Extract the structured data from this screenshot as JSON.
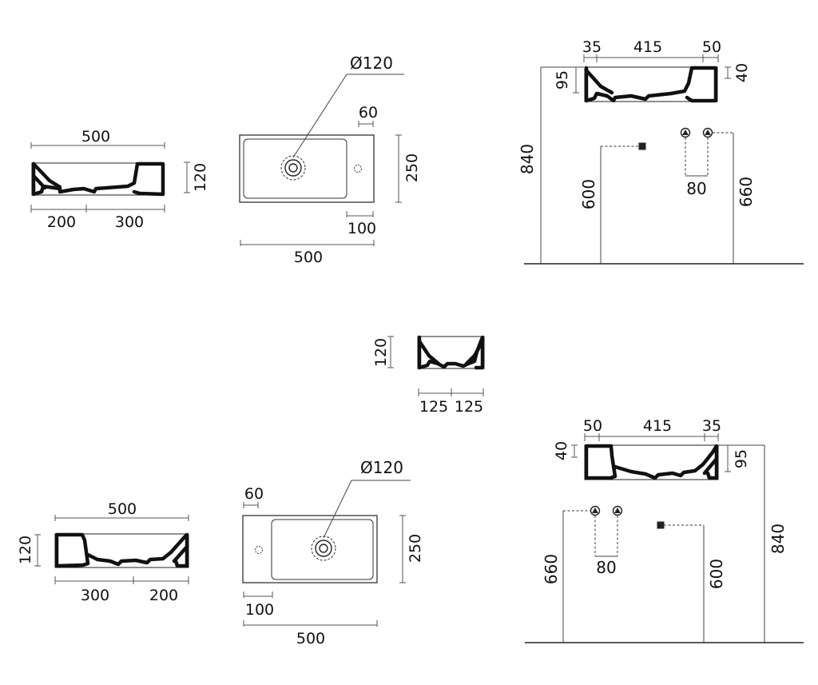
{
  "labels": {
    "top_front_width": "500",
    "top_front_left": "200",
    "top_front_right": "300",
    "top_front_height": "120",
    "top_plan_diameter": "Ø120",
    "top_plan_hole_offset": "60",
    "top_plan_depth": "250",
    "top_plan_edge": "100",
    "top_plan_width": "500",
    "top_wall_left": "35",
    "top_wall_mid": "415",
    "top_wall_right": "50",
    "top_wall_rim": "40",
    "top_wall_basin": "95",
    "top_wall_total": "840",
    "top_wall_drain": "600",
    "top_wall_supply_gap": "80",
    "top_wall_supply": "660",
    "side_height": "120",
    "side_left": "125",
    "side_right": "125",
    "bot_front_width": "500",
    "bot_front_left": "300",
    "bot_front_right": "200",
    "bot_front_height": "120",
    "bot_plan_diameter": "Ø120",
    "bot_plan_hole_offset": "60",
    "bot_plan_depth": "250",
    "bot_plan_edge": "100",
    "bot_plan_width": "500",
    "bot_wall_left": "50",
    "bot_wall_mid": "415",
    "bot_wall_right": "35",
    "bot_wall_rim": "40",
    "bot_wall_basin": "95",
    "bot_wall_total": "840",
    "bot_wall_drain": "600",
    "bot_wall_supply_gap": "80",
    "bot_wall_supply": "660"
  }
}
